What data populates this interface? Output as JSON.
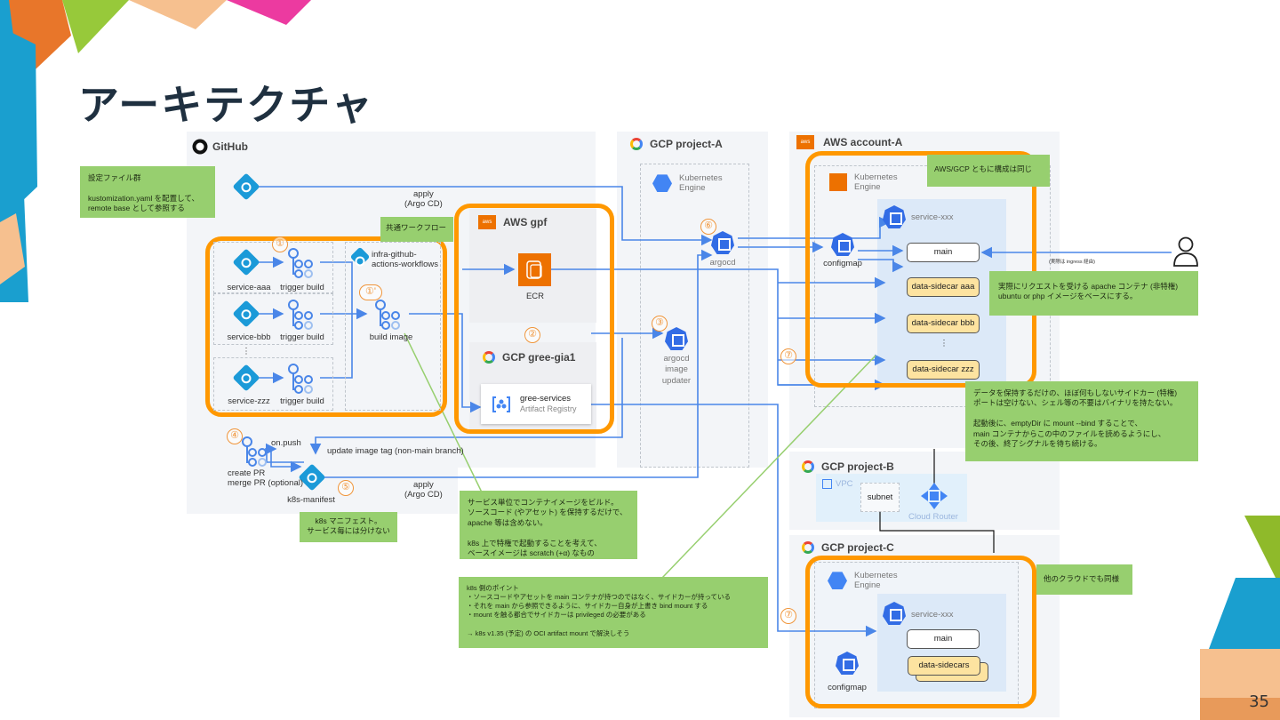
{
  "slide": {
    "title": "アーキテクチャ",
    "page_number": "35"
  },
  "colors": {
    "accent_orange": "#ff9800",
    "note_green": "#97cf6f",
    "line_blue": "#4a86e8",
    "k8s_blue": "#326ce5",
    "git_blue": "#1b9ad8",
    "aws_orange": "#ed7100",
    "sidecar_yellow": "#fde3a0"
  },
  "github": {
    "title": "GitHub",
    "services": [
      "service-aaa",
      "service-bbb",
      "service-zzz"
    ],
    "trigger_label": "trigger build",
    "ellipsis": "⋮",
    "workflows_repo": "infra-github-\nactions-workflows",
    "build_image": "build image",
    "manifest_repo": "k8s-manifest",
    "create_pr": "create PR\nmerge PR (optional)",
    "on_push": "on.push",
    "update_tag": "update image tag (non-main branch)",
    "apply_top": "apply\n(Argo CD)",
    "apply_bottom": "apply\n(Argo CD)"
  },
  "aws_gpf": {
    "title": "AWS gpf",
    "ecr": "ECR"
  },
  "gcp_gree_gia1": {
    "title": "GCP gree-gia1",
    "registry_name": "gree-services",
    "registry_type": "Artifact Registry"
  },
  "gcp_project_a": {
    "title": "GCP project-A",
    "engine": "Kubernetes\nEngine",
    "argocd": "argocd",
    "image_updater": "argocd\nimage\nupdater"
  },
  "aws_account_a": {
    "title": "AWS account-A",
    "engine": "Kubernetes\nEngine",
    "service": "service-xxx",
    "configmap": "configmap",
    "main": "main",
    "sidecars": [
      "data-sidecar aaa",
      "data-sidecar bbb",
      "data-sidecar zzz"
    ],
    "ellipsis": "⋮",
    "ingress_note": "(実際は ingress 経由)"
  },
  "gcp_project_b": {
    "title": "GCP project-B",
    "vpc": "VPC",
    "subnet": "subnet",
    "router": "Cloud Router"
  },
  "gcp_project_c": {
    "title": "GCP project-C",
    "engine": "Kubernetes\nEngine",
    "service": "service-xxx",
    "main": "main",
    "sidecars": "data-sidecars",
    "configmap": "configmap"
  },
  "steps": [
    "①",
    "①'",
    "②",
    "③",
    "④",
    "⑤",
    "⑥",
    "⑦",
    "⑦"
  ],
  "notes": {
    "config_files": "設定ファイル群\n\nkustomization.yaml を配置して、\nremote base として参照する",
    "common_workflow": "共通ワークフロー",
    "manifest": "k8s マニフェスト。\nサービス毎には分けない",
    "build": "サービス単位でコンテナイメージをビルド。\nソースコード (やアセット) を保持するだけで、\napache 等は含めない。\n\nk8s 上で特権で起動することを考えて、\nベースイメージは scratch (+α) なもの",
    "k8s_points": "k8s 側のポイント\n・ソースコードやアセットを main コンテナが持つのではなく、サイドカーが持っている\n・それを main から参照できるように、サイドカー自身が上書き bind mount する\n・mount を触る都合でサイドカーは privileged の必要がある\n\n→ k8s v1.35 (予定) の OCI artifact mount で解決しそう",
    "same_config": "AWS/GCP ともに構成は同じ",
    "main_container": "実際にリクエストを受ける apache コンテナ (非特権)\nubuntu or php イメージをベースにする。",
    "sidecar": "データを保持するだけの、ほぼ何もしないサイドカー (特権)\nポートは空けない、シェル等の不要はバイナリを持たない。\n\n起動後に、emptyDir に mount --bind することで、\nmain コンテナからこの中のファイルを読めるようにし、\nその後、終了シグナルを待ち続ける。",
    "other_cloud": "他のクラウドでも同様"
  }
}
